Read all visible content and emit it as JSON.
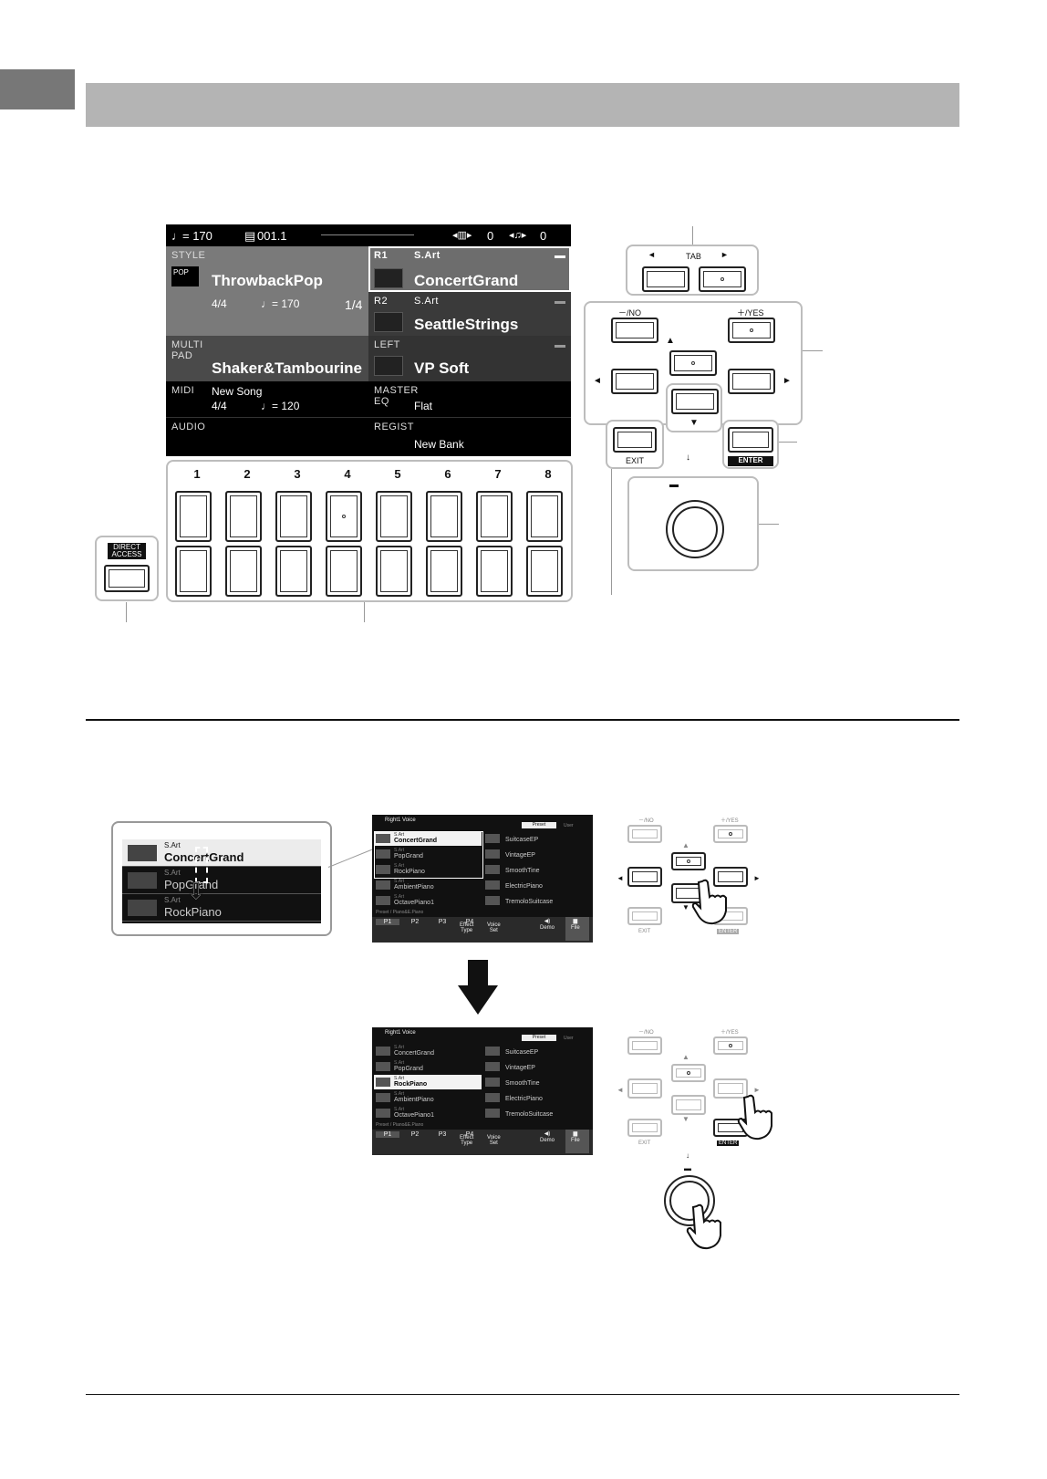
{
  "status_bar": {
    "tempo": "= 170",
    "bar": "001.1",
    "transpose": "0",
    "octave": "0"
  },
  "style": {
    "label": "STYLE",
    "icon_text": "POP",
    "name": "ThrowbackPop",
    "time_sig": "4/4",
    "tempo": "= 170",
    "beat": "1/4"
  },
  "r1": {
    "label": "R1",
    "sub": "S.Art",
    "name": "ConcertGrand"
  },
  "r2": {
    "label": "R2",
    "sub": "S.Art",
    "name": "SeattleStrings"
  },
  "multipad": {
    "label1": "MULTI",
    "label2": "PAD",
    "name": "Shaker&Tambourine"
  },
  "left": {
    "label": "LEFT",
    "name": "VP Soft"
  },
  "midi": {
    "label": "MIDI",
    "song": "New Song",
    "time_sig": "4/4",
    "tempo": "= 120"
  },
  "master_eq": {
    "label1": "MASTER",
    "label2": "EQ",
    "value": "Flat"
  },
  "audio": {
    "label": "AUDIO"
  },
  "regist": {
    "label": "REGIST",
    "value": "New Bank"
  },
  "pad_numbers": [
    "1",
    "2",
    "3",
    "4",
    "5",
    "6",
    "7",
    "8"
  ],
  "panel": {
    "tab": "TAB",
    "tab_left": "◄",
    "tab_right": "►",
    "no": "－/NO",
    "yes": "＋/YES",
    "exit": "EXIT",
    "enter": "ENTER",
    "direct1": "DIRECT",
    "direct2": "ACCESS"
  },
  "zoom": {
    "items": [
      {
        "sub": "S.Art",
        "name": "ConcertGrand"
      },
      {
        "sub": "S.Art",
        "name": "PopGrand"
      },
      {
        "sub": "S.Art",
        "name": "RockPiano"
      }
    ]
  },
  "voice_screen": {
    "title": "Right1 Voice",
    "tab_preset": "Preset",
    "tab_user": "User",
    "col1": [
      {
        "sub": "S.Art",
        "name": "ConcertGrand"
      },
      {
        "sub": "S.Art",
        "name": "PopGrand"
      },
      {
        "sub": "S.Art",
        "name": "RockPiano"
      },
      {
        "sub": "S.Art",
        "name": "AmbientPiano"
      },
      {
        "sub": "S.Art",
        "name": "OctavePiano1"
      }
    ],
    "col2": [
      "SuitcaseEP",
      "VintageEP",
      "SmoothTine",
      "ElectricPiano",
      "TremoloSuitcase"
    ],
    "path": "Preset / Piano&E.Piano",
    "tabs": [
      "P1",
      "P2",
      "P3",
      "P4"
    ],
    "effect1": "Effect",
    "effect2": "Type",
    "voiceset1": "Voice",
    "voiceset2": "Set",
    "demo": "Demo",
    "file": "File"
  }
}
